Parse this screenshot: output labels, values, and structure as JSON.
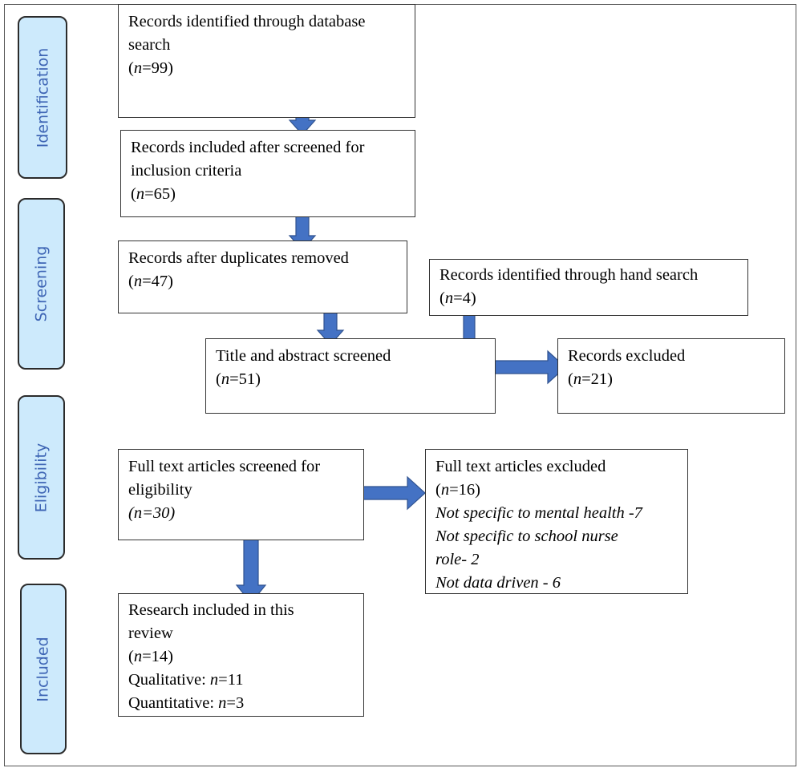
{
  "stages": [
    "Identification",
    "Screening",
    "Eligibility",
    "Included"
  ],
  "boxes": {
    "db_search": {
      "line1": "Records identified through database",
      "line2": "search",
      "n": "99"
    },
    "inclusion": {
      "line1": "Records included after screened for",
      "line2": "inclusion criteria",
      "n": "65"
    },
    "dedup": {
      "line1": "Records after duplicates removed",
      "n": "47"
    },
    "hand_search": {
      "line1": "Records identified through hand search",
      "n": "4"
    },
    "title_abstract": {
      "line1": "Title and abstract screened",
      "n": "51"
    },
    "excluded": {
      "line1": "Records excluded",
      "n": "21"
    },
    "full_text": {
      "line1": "Full text articles screened for",
      "line2": "eligibility",
      "n_text": "(n=30)"
    },
    "full_text_excluded": {
      "line1": "Full text articles excluded",
      "n": "16",
      "reasons": [
        "Not specific to mental health -7",
        "Not specific to school nurse",
        "role- 2",
        "Not data driven - 6"
      ]
    },
    "included": {
      "line1": "Research included in this",
      "line2": "review",
      "n": "14",
      "qual_label": "Qualitative: ",
      "qual_n": "11",
      "quant_label": "Quantitative: ",
      "quant_n": "3"
    }
  },
  "n_symbol": "n",
  "colors": {
    "stage_fill": "#cdeafc",
    "stage_text": "#3f66b5",
    "arrow": "#4472c4"
  }
}
